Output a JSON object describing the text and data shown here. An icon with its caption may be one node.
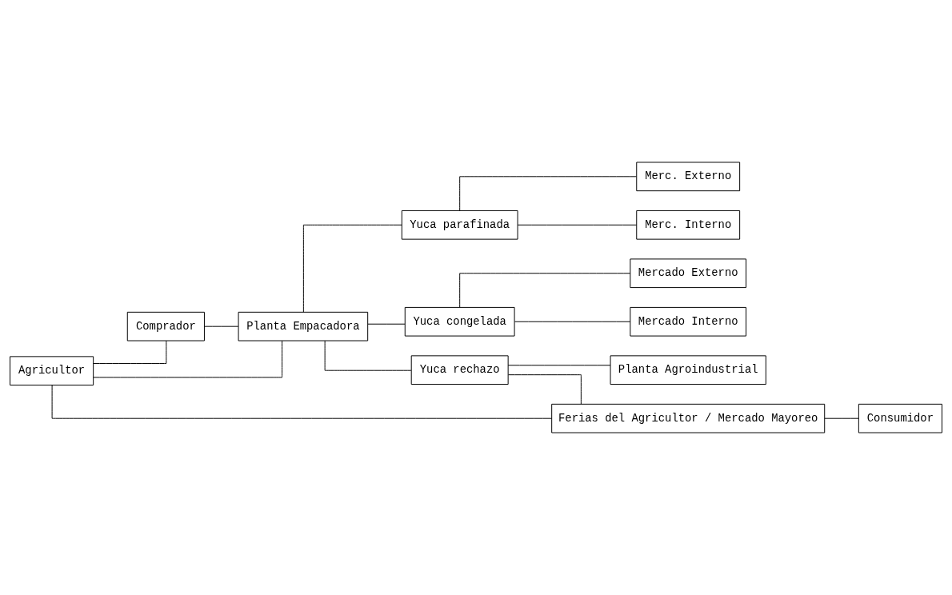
{
  "diagram": {
    "nodes": [
      {
        "text": [
          "Agricultor"
        ]
      },
      {
        "text": [
          "Comprador"
        ]
      },
      {
        "text": [
          "Planta Empacadora"
        ]
      },
      {
        "text": [
          "Yuca parafinada"
        ]
      },
      {
        "text": [
          "Merc. Externo"
        ]
      },
      {
        "text": [
          "Merc. Interno"
        ]
      },
      {
        "text": [
          "Yuca congelada"
        ]
      },
      {
        "text": [
          "Mercado Externo"
        ]
      },
      {
        "text": [
          "Mercado Interno"
        ]
      },
      {
        "text": [
          "Yuca rechazo"
        ]
      },
      {
        "text": [
          "Planta Agroindustrial"
        ]
      },
      {
        "text": [
          "Ferias del Agricultor / Mercado Mayoreo"
        ]
      },
      {
        "text": [
          "Consumidor"
        ]
      }
    ],
    "edges": [
      {
        "from": 0,
        "to": 1,
        "arrow": "none"
      },
      {
        "from": 0,
        "to": 2,
        "arrow": "none"
      },
      {
        "from": 0,
        "to": 11,
        "arrow": "none"
      },
      {
        "from": 1,
        "to": 2,
        "arrow": "none"
      },
      {
        "from": 2,
        "to": 3,
        "arrow": "none"
      },
      {
        "from": 2,
        "to": 6,
        "arrow": "none"
      },
      {
        "from": 2,
        "to": 9,
        "arrow": "none"
      },
      {
        "from": 3,
        "to": 4,
        "arrow": "none"
      },
      {
        "from": 3,
        "to": 5,
        "arrow": "none"
      },
      {
        "from": 6,
        "to": 7,
        "arrow": "none"
      },
      {
        "from": 6,
        "to": 8,
        "arrow": "none"
      },
      {
        "from": 9,
        "to": 10,
        "arrow": "none"
      },
      {
        "from": 9,
        "to": 11,
        "arrow": "none"
      },
      {
        "from": 11,
        "to": 12,
        "arrow": "none"
      }
    ]
  }
}
